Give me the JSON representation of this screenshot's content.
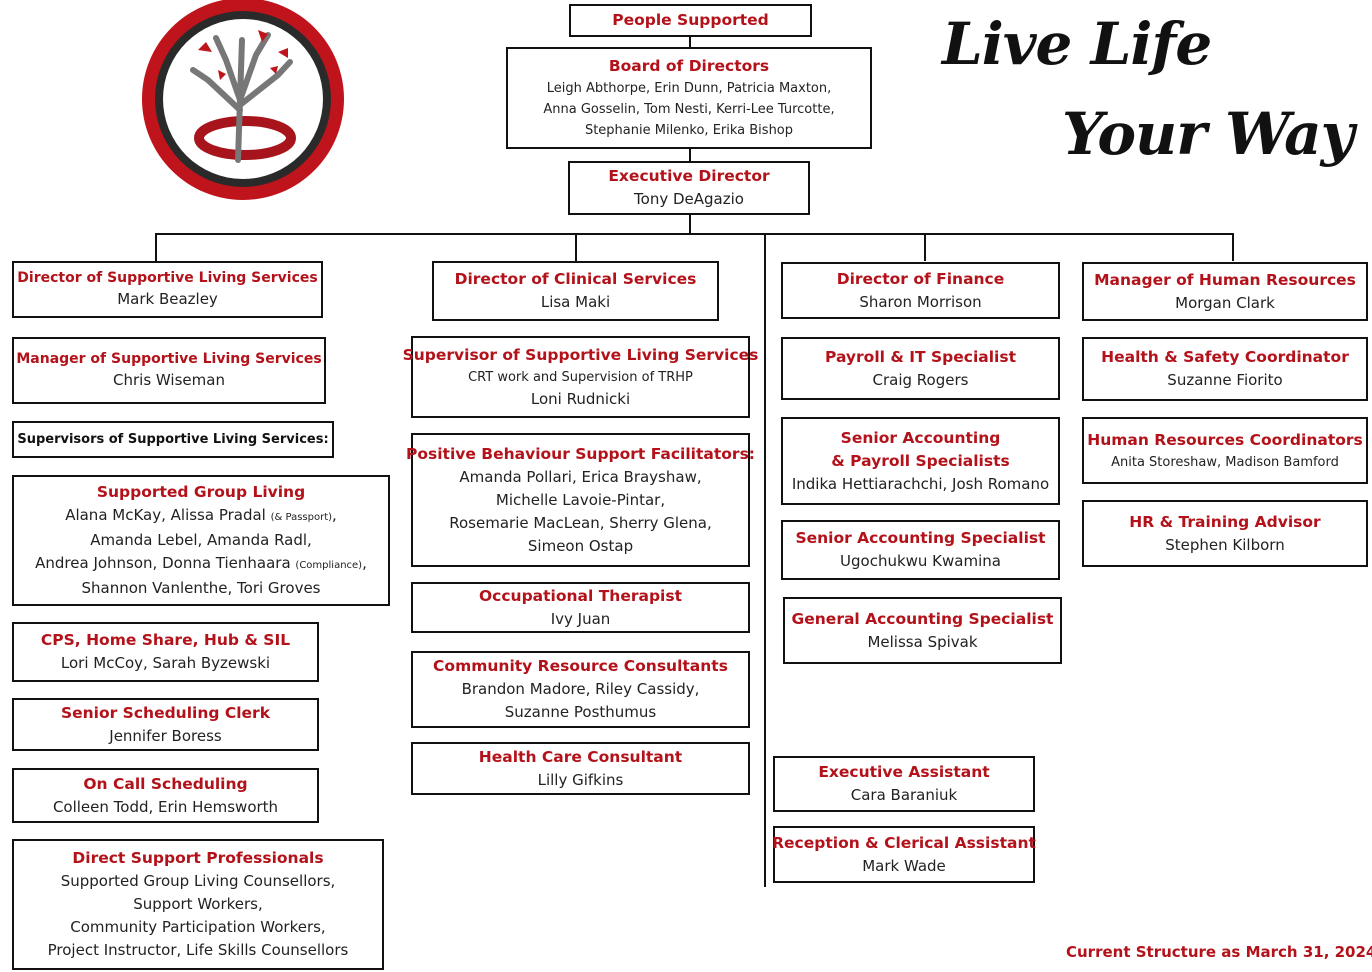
{
  "top": {
    "people_supported": "People Supported",
    "board": {
      "title": "Board of Directors",
      "line1": "Leigh Abthorpe, Erin Dunn, Patricia Maxton,",
      "line2": "Anna Gosselin, Tom Nesti, Kerri-Lee Turcotte,",
      "line3": "Stephanie Milenko, Erika Bishop"
    },
    "executive": {
      "title": "Executive Director",
      "name": "Tony DeAgazio"
    }
  },
  "slogan": {
    "line1": "Live Life",
    "line2": "Your Way"
  },
  "col1": {
    "director": {
      "title": "Director of Supportive Living Services",
      "name": "Mark Beazley"
    },
    "manager": {
      "title": "Manager  of Supportive Living Services",
      "name": "Chris Wiseman"
    },
    "supervisors_header": "Supervisors of Supportive Living Services:",
    "group_living": {
      "title": "Supported Group Living",
      "l1a": "Alana McKay, Alissa Pradal ",
      "l1b": "(& Passport)",
      "l1c": ",",
      "l2": "Amanda Lebel, Amanda Radl,",
      "l3a": "Andrea Johnson, Donna Tienhaara ",
      "l3b": "(Compliance)",
      "l3c": ",",
      "l4": "Shannon Vanlenthe, Tori Groves"
    },
    "cps": {
      "title": "CPS, Home Share, Hub & SIL",
      "name": "Lori McCoy, Sarah Byzewski"
    },
    "scheduling": {
      "title": "Senior Scheduling Clerk",
      "name": "Jennifer Boress"
    },
    "on_call": {
      "title": "On Call Scheduling",
      "name": "Colleen Todd, Erin Hemsworth"
    },
    "dsp": {
      "title": "Direct Support Professionals",
      "l1": "Supported Group Living Counsellors,",
      "l2": "Support Workers,",
      "l3": "Community Participation Workers,",
      "l4": "Project Instructor, Life Skills Counsellors"
    }
  },
  "col2": {
    "director": {
      "title": "Director of Clinical Services",
      "name": "Lisa Maki"
    },
    "supervisor": {
      "title": "Supervisor of Supportive Living Services",
      "sub": "CRT work and Supervision of TRHP",
      "name": "Loni Rudnicki"
    },
    "pbs": {
      "title": "Positive Behaviour Support Facilitators:",
      "l1": "Amanda Pollari, Erica Brayshaw,",
      "l2": "Michelle Lavoie-Pintar,",
      "l3": "Rosemarie MacLean, Sherry Glena,",
      "l4": "Simeon Ostap"
    },
    "ot": {
      "title": "Occupational Therapist",
      "name": "Ivy Juan"
    },
    "crc": {
      "title": "Community Resource Consultants",
      "l1": "Brandon Madore, Riley Cassidy,",
      "l2": "Suzanne Posthumus"
    },
    "hcc": {
      "title": "Health Care Consultant",
      "name": "Lilly Gifkins"
    }
  },
  "col3": {
    "director": {
      "title": "Director of Finance",
      "name": "Sharon Morrison"
    },
    "payroll": {
      "title": "Payroll & IT Specialist",
      "name": "Craig Rogers"
    },
    "senior_acc_payroll": {
      "title1": "Senior Accounting",
      "title2": "& Payroll Specialists",
      "name": "Indika Hettiarachchi, Josh Romano"
    },
    "senior_acc": {
      "title": "Senior Accounting Specialist",
      "name": "Ugochukwu Kwamina"
    },
    "general_acc": {
      "title": "General Accounting Specialist",
      "name": "Melissa Spivak"
    },
    "exec_assistant": {
      "title": "Executive Assistant",
      "name": "Cara Baraniuk"
    },
    "reception": {
      "title": "Reception & Clerical Assistant",
      "name": "Mark Wade"
    }
  },
  "col4": {
    "manager": {
      "title": "Manager of Human Resources",
      "name": "Morgan Clark"
    },
    "hs": {
      "title": "Health & Safety Coordinator",
      "name": "Suzanne Fiorito"
    },
    "hrc": {
      "title": "Human Resources Coordinators",
      "name": "Anita Storeshaw, Madison Bamford"
    },
    "hrt": {
      "title": "HR & Training Advisor",
      "name": "Stephen Kilborn"
    }
  },
  "footer": "Current Structure as March 31, 2024",
  "colors": {
    "accent": "#b3121a",
    "border": "#111111",
    "logo_ring": "#c0141c"
  }
}
